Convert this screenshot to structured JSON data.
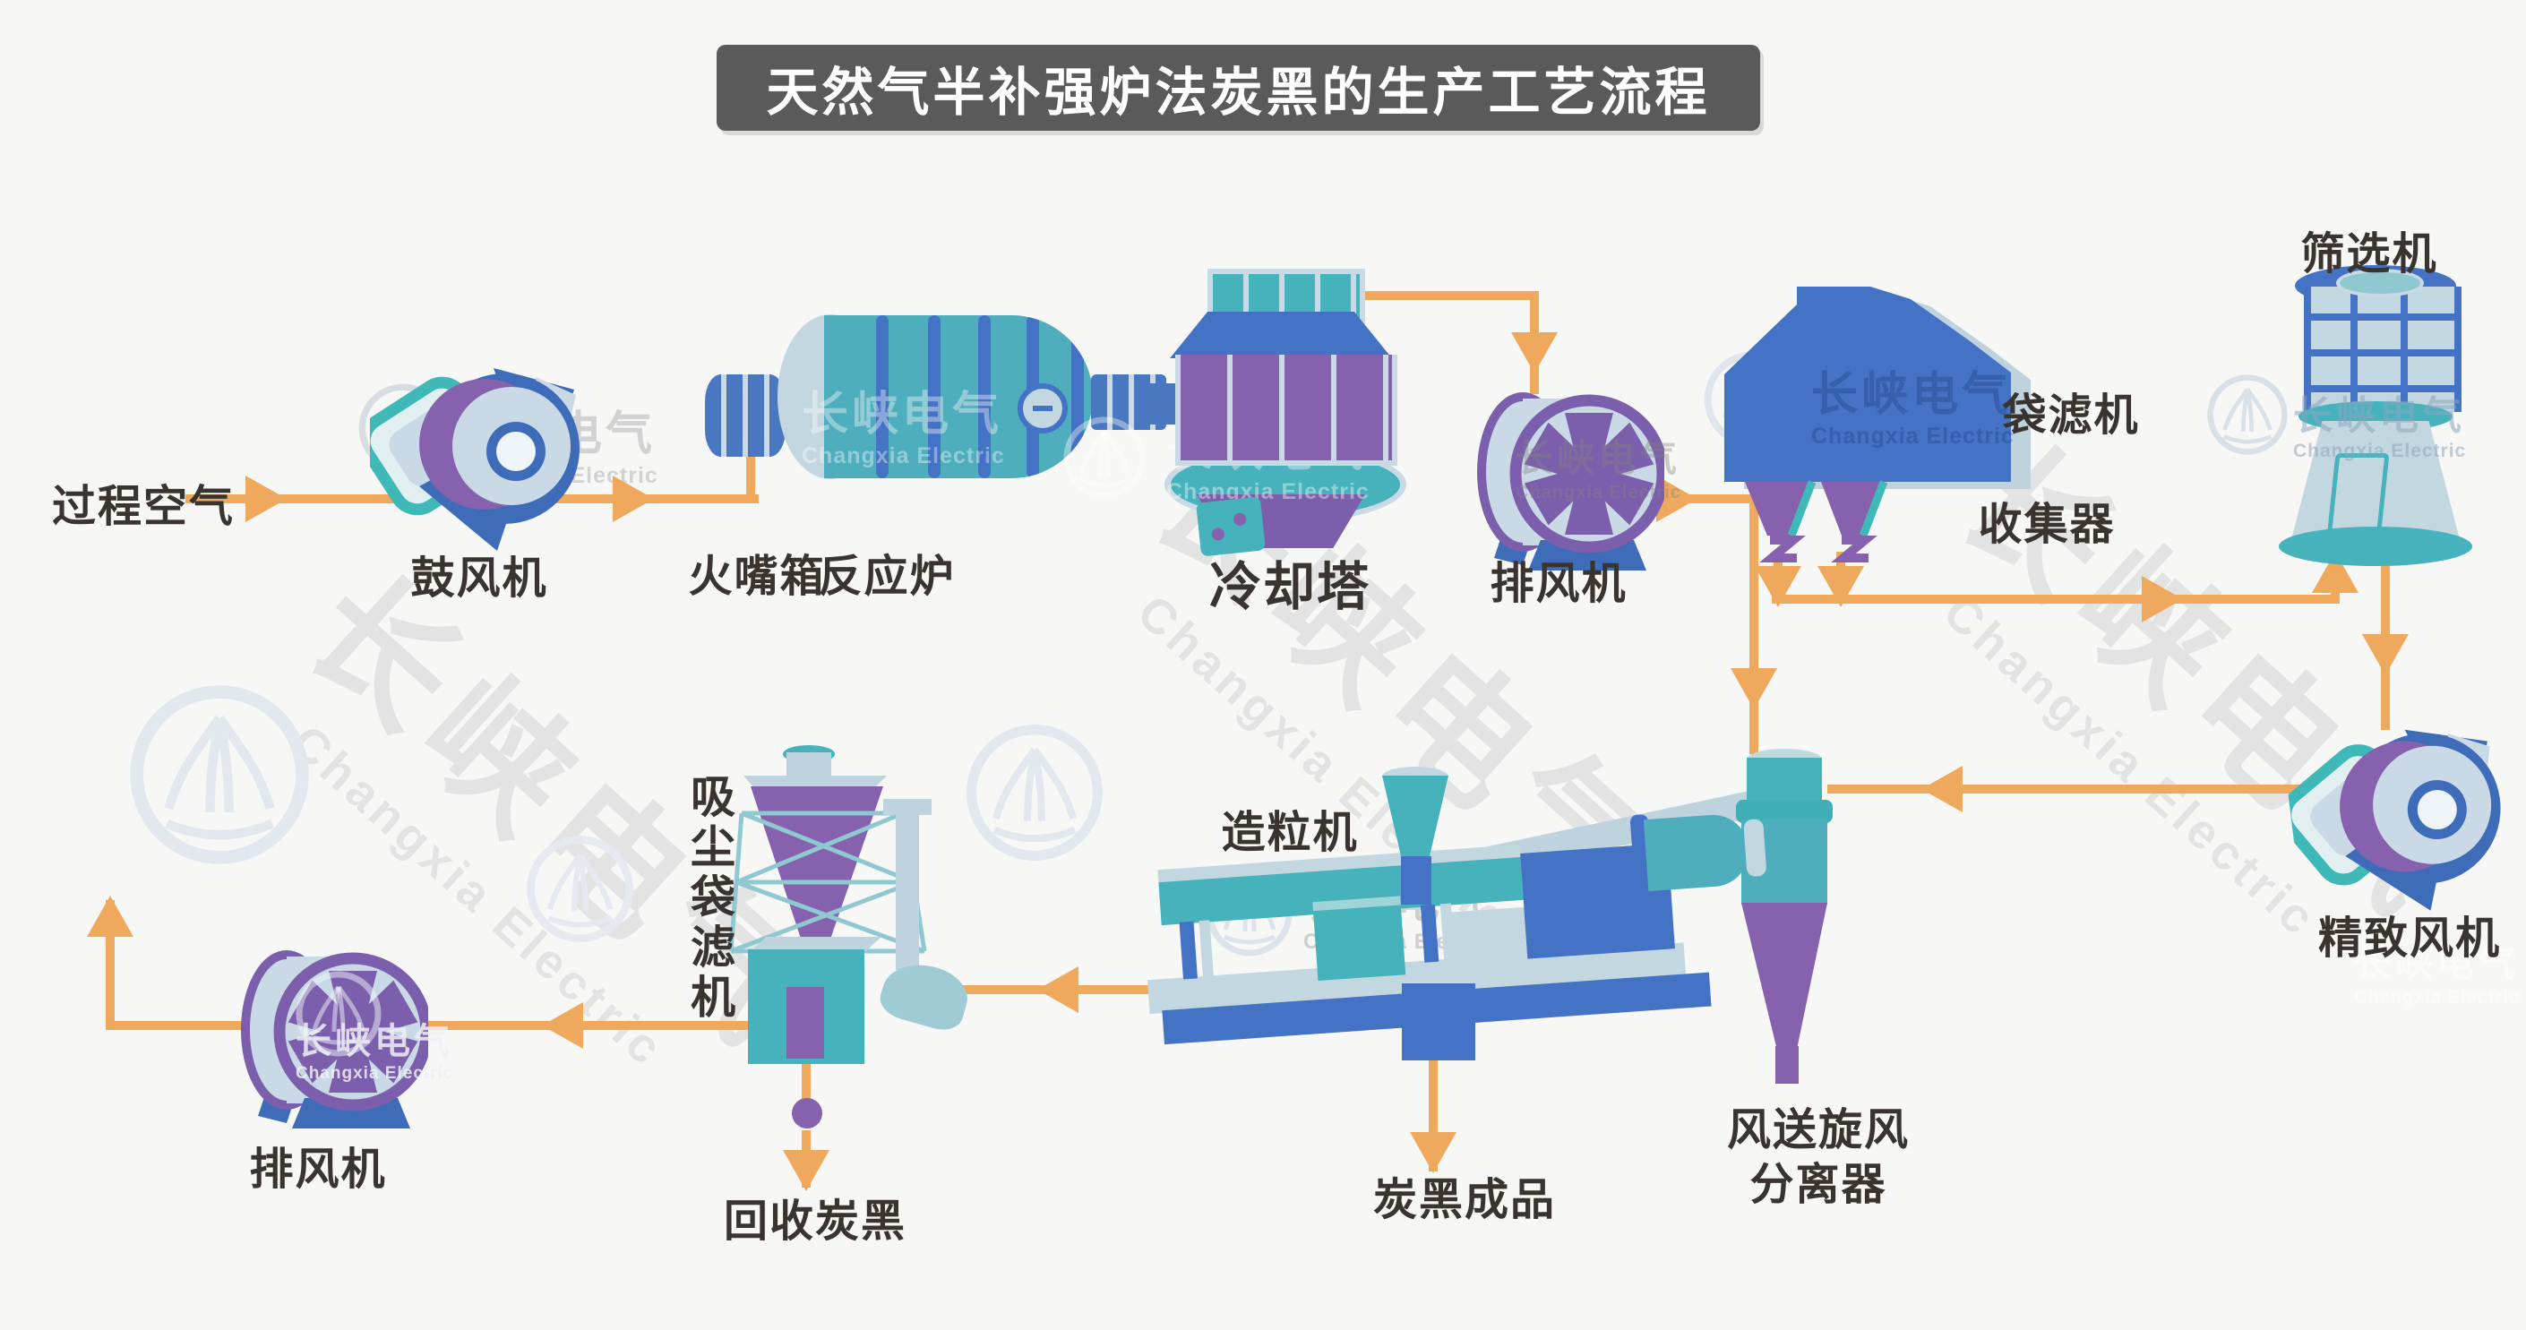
{
  "title": "天然气半补强炉法炭黑的生产工艺流程",
  "watermark": {
    "cn": "长峡电气",
    "en": "Changxia Electric"
  },
  "labels": {
    "process_air": "过程空气",
    "blower": "鼓风机",
    "burner_box": "火嘴箱",
    "reactor": "反应炉",
    "cooling_tower": "冷却塔",
    "exhaust_fan_top": "排风机",
    "bag_filter": "袋滤机",
    "collector": "收集器",
    "screener": "筛选机",
    "fine_fan": "精致风机",
    "cyclone_separator": "风送旋风\n分离器",
    "granulator": "造粒机",
    "product": "炭黑成品",
    "dust_bag_filter": "吸尘袋滤机",
    "exhaust_fan_bottom": "排风机",
    "recycled": "回收炭黑"
  },
  "colors": {
    "bg": "#F7F7F5",
    "arrow": "#EFA95D",
    "title-bg": "#5A5A5A",
    "title-fg": "#FFFFFF",
    "ink": "#3A3431",
    "teal": "#45B2BC",
    "teal-body": "#4FAEBE",
    "teal-soft": "#9FCBD4",
    "blue": "#4472C4",
    "blue-deep": "#3E6CB8",
    "blue-pipe": "#4A78C0",
    "purple": "#8661AE",
    "purple-deep": "#7C5FAC",
    "light": "#C2D7DF",
    "light2": "#C9DAE6",
    "pale": "#BFD3DF",
    "wm-gray": "#E3E3E3",
    "wm-blue": "#D9E0E8",
    "wm-text": "#D2D2D2"
  }
}
